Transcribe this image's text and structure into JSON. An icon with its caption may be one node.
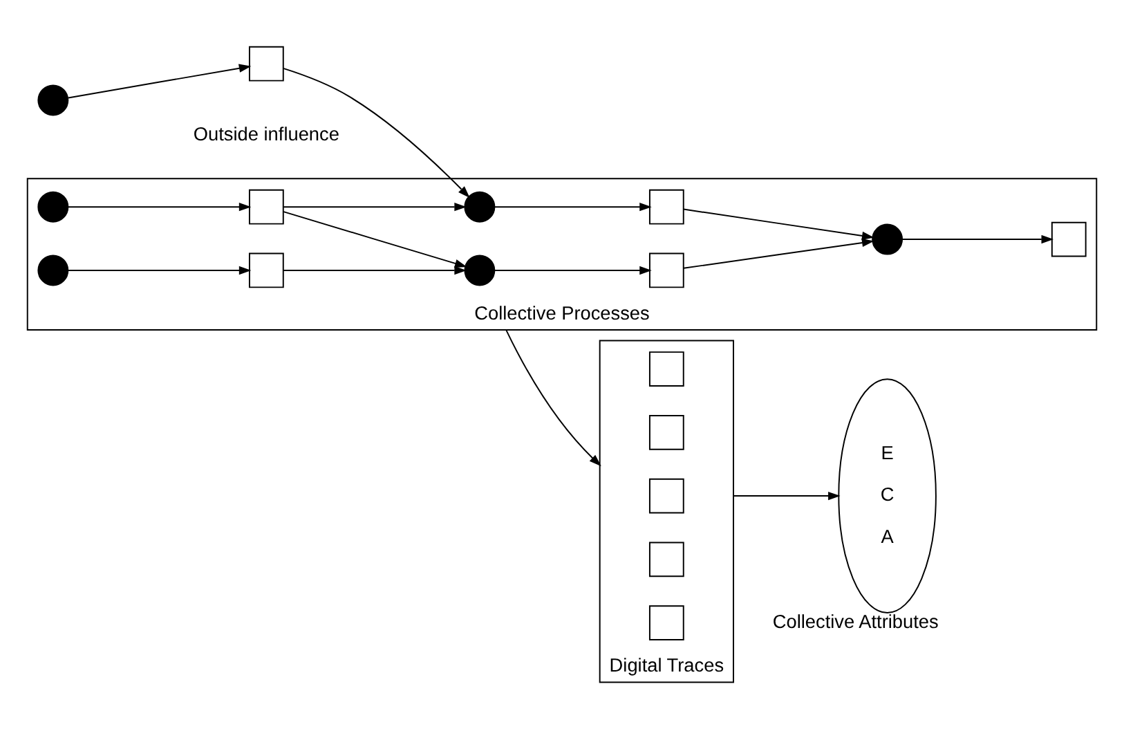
{
  "diagram": {
    "nodes": [
      {
        "text": [],
        "shape": "circle"
      },
      {
        "text": [],
        "shape": "box"
      },
      {
        "text": [
          "Collective Processes"
        ]
      },
      {
        "text": [],
        "shape": "circle",
        "in": 2
      },
      {
        "text": [],
        "shape": "circle",
        "in": 2
      },
      {
        "text": [],
        "shape": "box",
        "in": 2
      },
      {
        "text": [],
        "shape": "box",
        "in": 2
      },
      {
        "text": [],
        "shape": "circle",
        "in": 2
      },
      {
        "text": [],
        "shape": "circle",
        "in": 2
      },
      {
        "text": [],
        "shape": "box",
        "in": 2
      },
      {
        "text": [],
        "shape": "box",
        "in": 2
      },
      {
        "text": [],
        "shape": "circle",
        "in": 2
      },
      {
        "text": [],
        "shape": "box",
        "in": 2
      },
      {
        "text": [
          "Digital Traces"
        ]
      },
      {
        "text": [],
        "shape": "box",
        "in": 13
      },
      {
        "text": [],
        "shape": "box",
        "in": 13
      },
      {
        "text": [],
        "shape": "box",
        "in": 13
      },
      {
        "text": [],
        "shape": "box",
        "in": 13
      },
      {
        "text": [],
        "shape": "box",
        "in": 13
      },
      {
        "text": [
          "E",
          "C",
          "A"
        ],
        "beside": [
          "Collective Attributes"
        ]
      }
    ],
    "edges": [
      {
        "from": 0,
        "to": 1,
        "arrow": "to"
      },
      {
        "from": 1,
        "to": 7,
        "arrow": "to"
      },
      {
        "from": 3,
        "to": 5,
        "arrow": "to"
      },
      {
        "from": 4,
        "to": 6,
        "arrow": "to"
      },
      {
        "from": 5,
        "to": 7,
        "arrow": "to"
      },
      {
        "from": 5,
        "to": 8,
        "arrow": "to"
      },
      {
        "from": 6,
        "to": 8,
        "arrow": "to"
      },
      {
        "from": 7,
        "to": 9,
        "arrow": "to"
      },
      {
        "from": 8,
        "to": 10,
        "arrow": "to"
      },
      {
        "from": 9,
        "to": 11,
        "arrow": "to"
      },
      {
        "from": 10,
        "to": 11,
        "arrow": "to"
      },
      {
        "from": 11,
        "to": 12,
        "arrow": "to"
      },
      {
        "from": 2,
        "to": 13,
        "arrow": "to"
      },
      {
        "from": 13,
        "to": 19,
        "arrow": "to"
      }
    ],
    "labels": [
      "Outside influence"
    ]
  }
}
